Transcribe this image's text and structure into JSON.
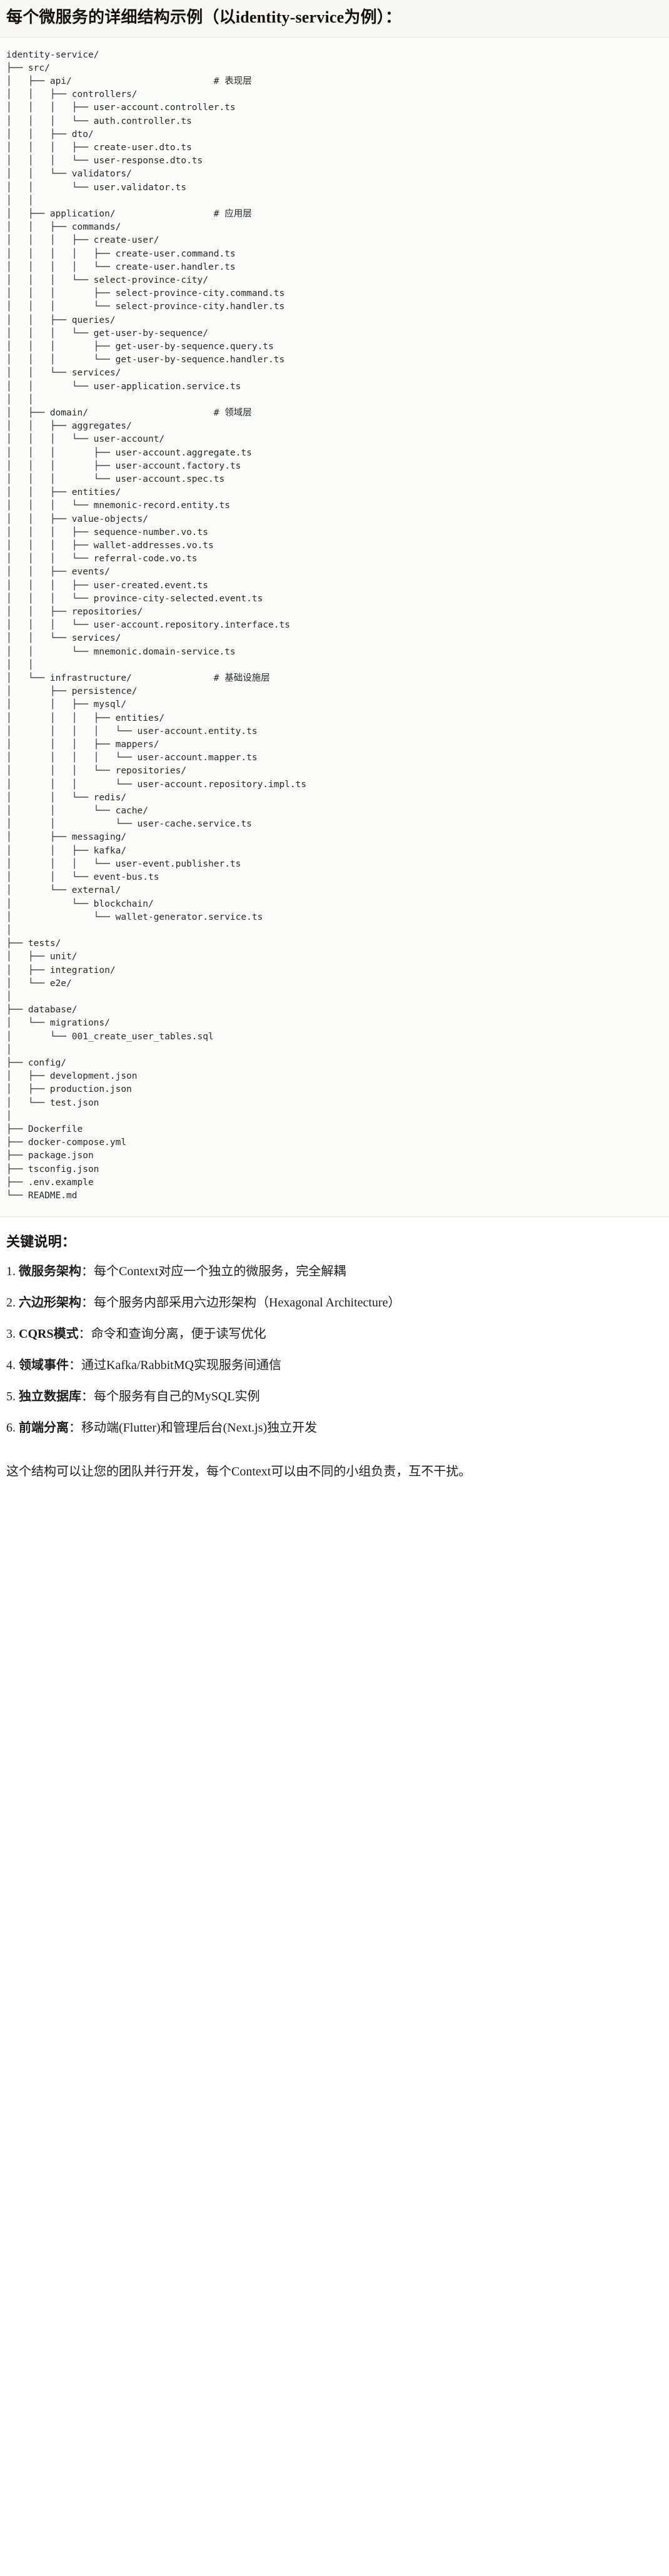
{
  "title": "每个微服务的详细结构示例（以identity-service为例）：",
  "tree": {
    "root": "identity-service/",
    "text": "identity-service/\n├── src/\n│   ├── api/                          # 表现层\n│   │   ├── controllers/\n│   │   │   ├── user-account.controller.ts\n│   │   │   └── auth.controller.ts\n│   │   ├── dto/\n│   │   │   ├── create-user.dto.ts\n│   │   │   └── user-response.dto.ts\n│   │   └── validators/\n│   │       └── user.validator.ts\n│   │\n│   ├── application/                  # 应用层\n│   │   ├── commands/\n│   │   │   ├── create-user/\n│   │   │   │   ├── create-user.command.ts\n│   │   │   │   └── create-user.handler.ts\n│   │   │   └── select-province-city/\n│   │   │       ├── select-province-city.command.ts\n│   │   │       └── select-province-city.handler.ts\n│   │   ├── queries/\n│   │   │   └── get-user-by-sequence/\n│   │   │       ├── get-user-by-sequence.query.ts\n│   │   │       └── get-user-by-sequence.handler.ts\n│   │   └── services/\n│   │       └── user-application.service.ts\n│   │\n│   ├── domain/                       # 领域层\n│   │   ├── aggregates/\n│   │   │   └── user-account/\n│   │   │       ├── user-account.aggregate.ts\n│   │   │       ├── user-account.factory.ts\n│   │   │       └── user-account.spec.ts\n│   │   ├── entities/\n│   │   │   └── mnemonic-record.entity.ts\n│   │   ├── value-objects/\n│   │   │   ├── sequence-number.vo.ts\n│   │   │   ├── wallet-addresses.vo.ts\n│   │   │   └── referral-code.vo.ts\n│   │   ├── events/\n│   │   │   ├── user-created.event.ts\n│   │   │   └── province-city-selected.event.ts\n│   │   ├── repositories/\n│   │   │   └── user-account.repository.interface.ts\n│   │   └── services/\n│   │       └── mnemonic.domain-service.ts\n│   │\n│   └── infrastructure/               # 基础设施层\n│       ├── persistence/\n│       │   ├── mysql/\n│       │   │   ├── entities/\n│       │   │   │   └── user-account.entity.ts\n│       │   │   ├── mappers/\n│       │   │   │   └── user-account.mapper.ts\n│       │   │   └── repositories/\n│       │   │       └── user-account.repository.impl.ts\n│       │   └── redis/\n│       │       └── cache/\n│       │           └── user-cache.service.ts\n│       ├── messaging/\n│       │   ├── kafka/\n│       │   │   └── user-event.publisher.ts\n│       │   └── event-bus.ts\n│       └── external/\n│           └── blockchain/\n│               └── wallet-generator.service.ts\n│\n├── tests/\n│   ├── unit/\n│   ├── integration/\n│   └── e2e/\n│\n├── database/\n│   └── migrations/\n│       └── 001_create_user_tables.sql\n│\n├── config/\n│   ├── development.json\n│   ├── production.json\n│   └── test.json\n│\n├── Dockerfile\n├── docker-compose.yml\n├── package.json\n├── tsconfig.json\n├── .env.example\n└── README.md",
    "layer_comments": [
      {
        "path": "api/",
        "comment": "# 表现层"
      },
      {
        "path": "application/",
        "comment": "# 应用层"
      },
      {
        "path": "domain/",
        "comment": "# 领域层"
      },
      {
        "path": "infrastructure/",
        "comment": "# 基础设施层"
      }
    ]
  },
  "notes": {
    "heading": "关键说明：",
    "items": [
      {
        "num": "1.",
        "lead": "微服务架构",
        "rest": "：每个Context对应一个独立的微服务，完全解耦"
      },
      {
        "num": "2.",
        "lead": "六边形架构",
        "rest": "：每个服务内部采用六边形架构（Hexagonal Architecture）"
      },
      {
        "num": "3.",
        "lead": "CQRS模式",
        "rest": "：命令和查询分离，便于读写优化"
      },
      {
        "num": "4.",
        "lead": "领域事件",
        "rest": "：通过Kafka/RabbitMQ实现服务间通信"
      },
      {
        "num": "5.",
        "lead": "独立数据库",
        "rest": "：每个服务有自己的MySQL实例"
      },
      {
        "num": "6.",
        "lead": "前端分离",
        "rest": "：移动端(Flutter)和管理后台(Next.js)独立开发"
      }
    ],
    "closing": "这个结构可以让您的团队并行开发，每个Context可以由不同的小组负责，互不干扰。"
  }
}
